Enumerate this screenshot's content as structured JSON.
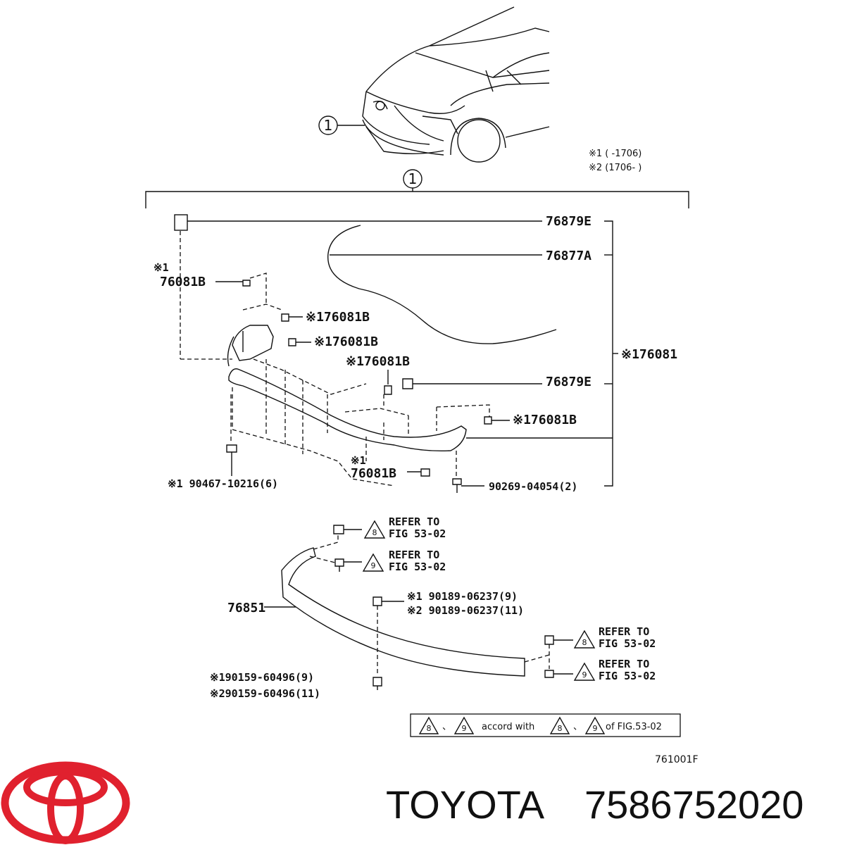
{
  "diagram": {
    "callout_number": "1",
    "notes": {
      "note1": "※1 (     -1706)",
      "note2": "※2 (1706-      )"
    },
    "labels": {
      "p76879e_top": "76879E",
      "p76877a": "76877A",
      "p76081b_left_prefix": "※1",
      "p76081b_left": "76081B",
      "p76081b_a": "※176081B",
      "p76081b_b": "※176081B",
      "p76081b_c": "※176081B",
      "p76081_group": "※176081",
      "p76879e_mid": "76879E",
      "p76081b_right": "※176081B",
      "p76081b_bottom_prefix": "※1",
      "p76081b_bottom": "76081B",
      "p90467": "※1 90467-10216(6)",
      "p90269": "90269-04054(2)",
      "p76851": "76851",
      "p90189_1": "※1 90189-06237(9)",
      "p90189_2": "※2 90189-06237(11)",
      "p90159_1": "※190159-60496(9)",
      "p90159_2": "※290159-60496(11)"
    },
    "refer_boxes": [
      {
        "tri": "8",
        "line1": "REFER TO",
        "line2": "FIG 53-02"
      },
      {
        "tri": "9",
        "line1": "REFER TO",
        "line2": "FIG 53-02"
      },
      {
        "tri": "8",
        "line1": "REFER TO",
        "line2": "FIG 53-02"
      },
      {
        "tri": "9",
        "line1": "REFER TO",
        "line2": "FIG 53-02"
      }
    ],
    "legend": {
      "tri_a": "8",
      "tri_b": "9",
      "sep1": "、",
      "text": "accord with",
      "tri_c": "8",
      "tri_d": "9",
      "sep2": "、",
      "suffix": "of FIG.53-02"
    },
    "figure_code": "761001F"
  },
  "brand": {
    "name": "TOYOTA",
    "part_number": "7586752020",
    "logo_color": "#e0212e"
  }
}
